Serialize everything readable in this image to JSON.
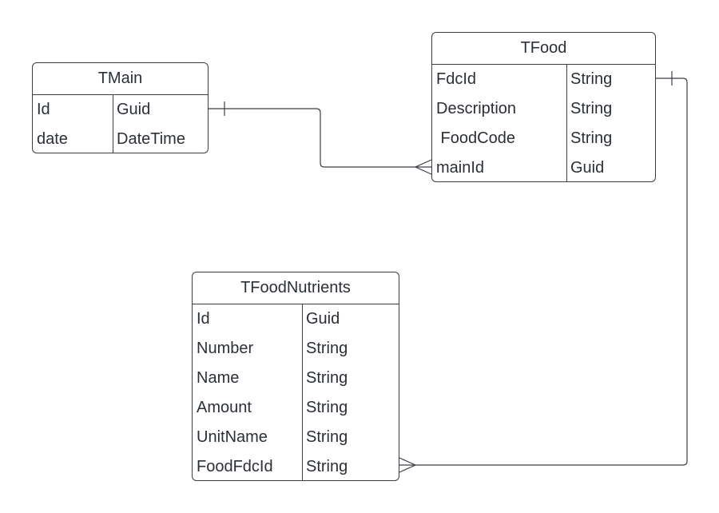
{
  "entities": {
    "tmain": {
      "title": "TMain",
      "fields": [
        {
          "name": "Id",
          "type": "Guid"
        },
        {
          "name": "date",
          "type": "DateTime"
        }
      ]
    },
    "tfood": {
      "title": "TFood",
      "fields": [
        {
          "name": "FdcId",
          "type": "String"
        },
        {
          "name": "Description",
          "type": "String"
        },
        {
          "name": " FoodCode",
          "type": "String"
        },
        {
          "name": "mainId",
          "type": "Guid"
        }
      ]
    },
    "tfoodnutrients": {
      "title": "TFoodNutrients",
      "fields": [
        {
          "name": "Id",
          "type": "Guid"
        },
        {
          "name": "Number",
          "type": "String"
        },
        {
          "name": "Name",
          "type": "String"
        },
        {
          "name": "Amount",
          "type": "String"
        },
        {
          "name": "UnitName",
          "type": "String"
        },
        {
          "name": "FoodFdcId",
          "type": "String"
        }
      ]
    }
  },
  "relationships": [
    {
      "from": "TMain.Id",
      "to": "TFood.mainId",
      "from_end": "one",
      "to_end": "many"
    },
    {
      "from": "TFood.FdcId",
      "to": "TFoodNutrients.FoodFdcId",
      "from_end": "one",
      "to_end": "many"
    }
  ],
  "colors": {
    "line": "#3a3e45",
    "text": "#2b2f36",
    "background": "#ffffff"
  }
}
